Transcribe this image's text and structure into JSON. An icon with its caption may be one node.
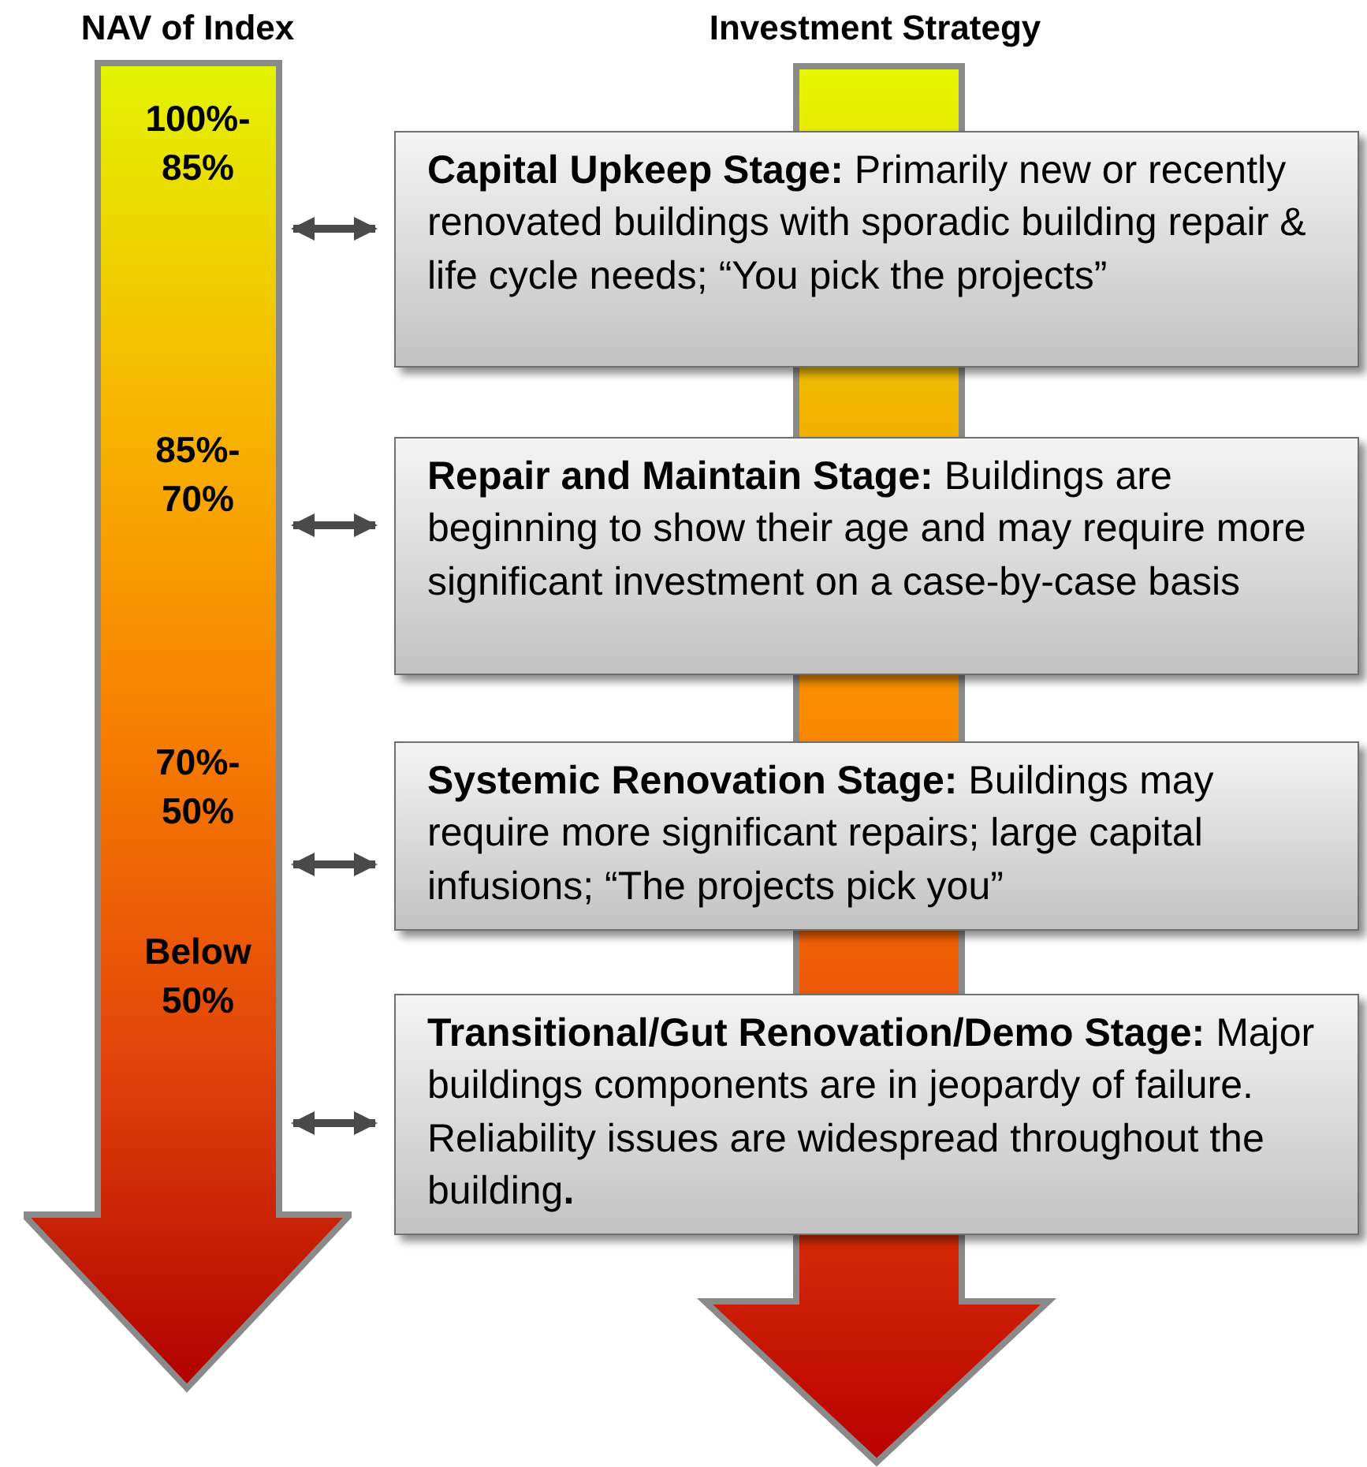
{
  "diagram": {
    "nodes": [
      {
        "text": [
          "NAV of Index"
        ]
      },
      {
        "text": [
          "100%- 85%"
        ],
        "in": 0
      },
      {
        "text": [
          "85%- 70%"
        ],
        "in": 0
      },
      {
        "text": [
          "70%- 50%"
        ],
        "in": 0
      },
      {
        "text": [
          "Below 50%"
        ],
        "in": 0
      },
      {
        "text": [
          "Investment Strategy"
        ]
      },
      {
        "text": [
          "**Capital Upkeep Stage:** Primarily new or recently renovated buildings with sporadic building repair & life cycle needs; “You pick the projects”"
        ]
      },
      {
        "text": [
          "**Repair and Maintain Stage:** Buildings are beginning to show their age and may require more significant investment on a case-by-case basis"
        ]
      },
      {
        "text": [
          "**Systemic Renovation Stage:** Buildings may require more significant repairs; large capital infusions; “The projects pick you”"
        ]
      },
      {
        "text": [
          "**Transitional/Gut Renovation/Demo Stage:**  Major buildings components are in jeopardy of failure.  Reliability issues are widespread throughout the building**.**"
        ]
      }
    ],
    "edges": [
      {
        "from": 1,
        "to": 6,
        "arrow": "both"
      },
      {
        "from": 2,
        "to": 7,
        "arrow": "both"
      },
      {
        "from": 3,
        "to": 8,
        "arrow": "both"
      },
      {
        "from": 4,
        "to": 9,
        "arrow": "both"
      }
    ]
  }
}
